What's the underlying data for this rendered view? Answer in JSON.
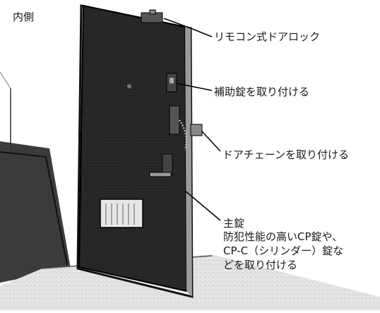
{
  "caption": "内側",
  "callouts": {
    "remote_lock": "リモコン式ドアロック",
    "aux_lock": "補助錠を取り付ける",
    "door_chain": "ドアチェーンを取り付ける",
    "main_lock_title": "主錠",
    "main_lock_line1": "防犯性能の高いCP錠や、",
    "main_lock_line2": "CP-C（シリンダー）錠な",
    "main_lock_line3": "どを取り付ける"
  },
  "colors": {
    "door": "#222222",
    "frame": "#111111",
    "wall": "#f2f2f2",
    "floor": "#d9d9d9"
  }
}
